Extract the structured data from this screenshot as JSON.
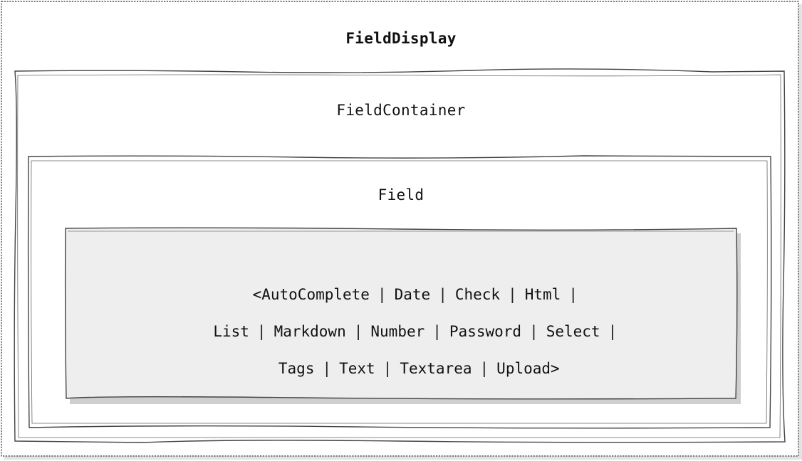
{
  "outer": {
    "title": "FieldDisplay"
  },
  "container": {
    "title": "FieldContainer"
  },
  "field": {
    "title": "Field"
  },
  "components": {
    "lines": [
      [
        "<AutoComplete",
        "Date",
        "Check",
        "Html",
        ""
      ],
      [
        "List",
        "Markdown",
        "Number",
        "Password",
        "Select",
        ""
      ],
      [
        "Tags",
        "Text",
        "Textarea",
        "Upload>"
      ]
    ]
  },
  "colors": {
    "stroke": "#444444",
    "inner_fill": "#eeeeee",
    "shadow": "#bbbbbb"
  }
}
